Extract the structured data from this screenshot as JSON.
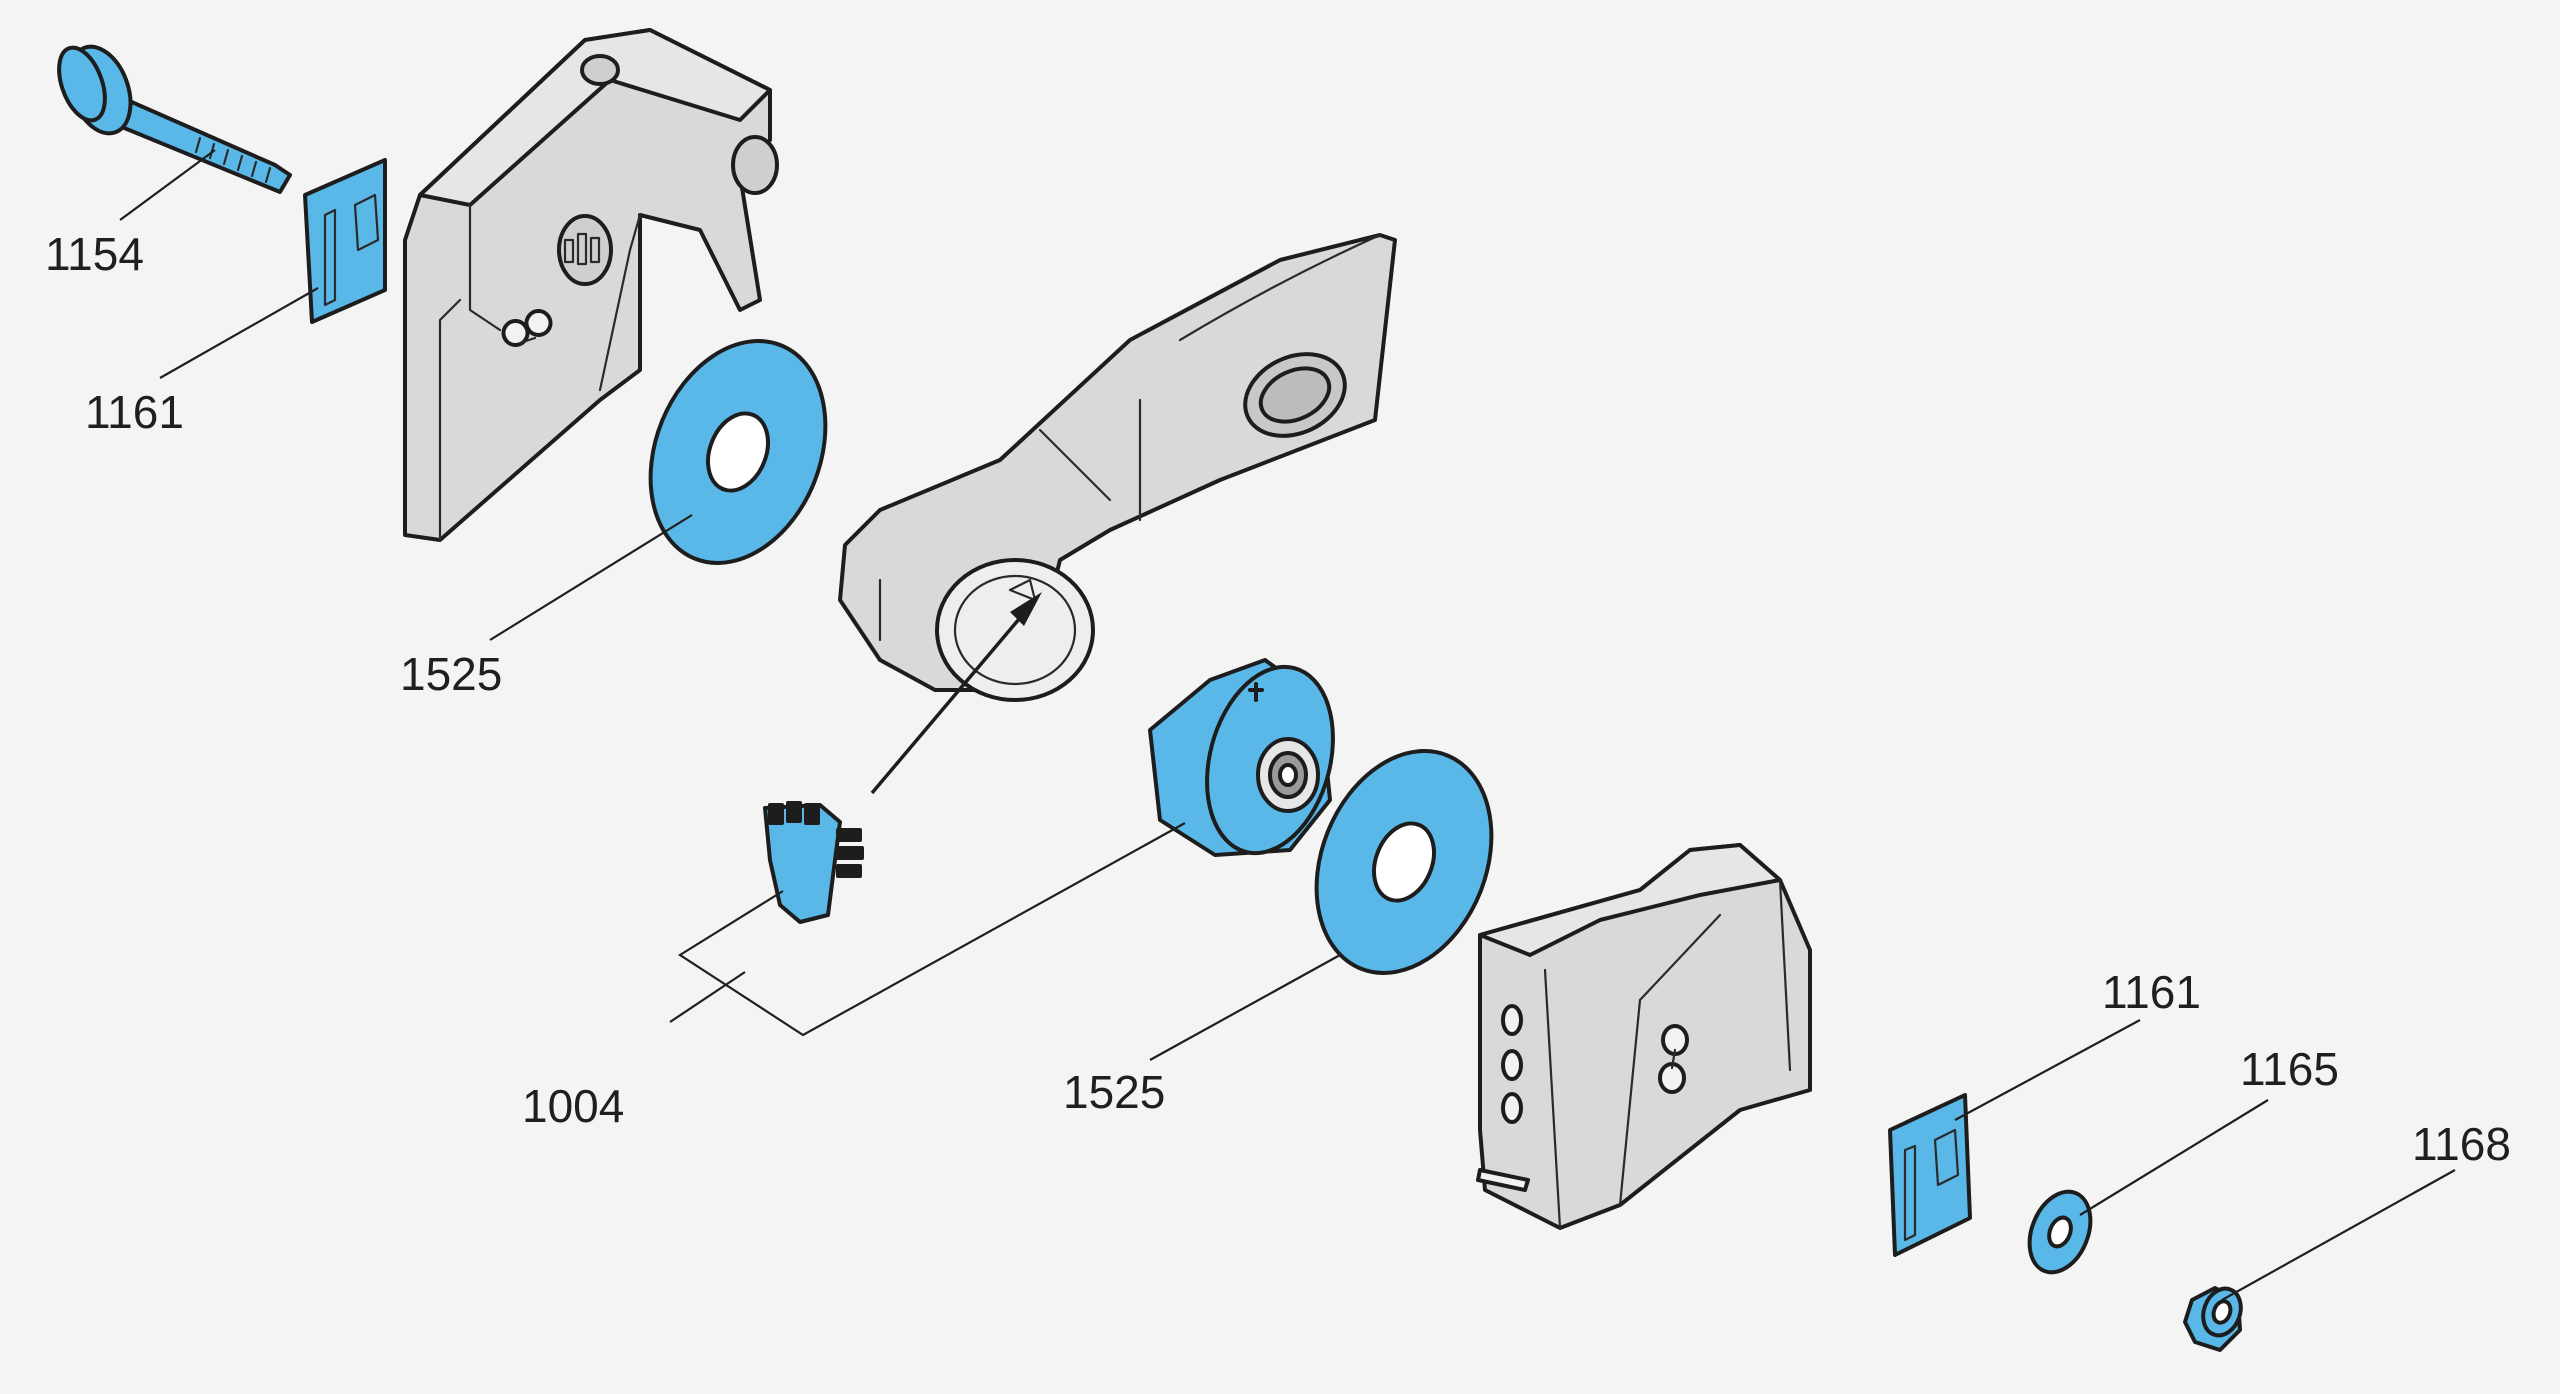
{
  "colors": {
    "background": "#f4f4f4",
    "highlight": "#5ab8e8",
    "part_gray": "#d9d9d9",
    "part_gray_dark": "#bcbcbc",
    "outline": "#1d1d1d"
  },
  "callouts": {
    "bolt": "1154",
    "plate_left": "1161",
    "washer_left": "1525",
    "bushing_set": "1004",
    "washer_right": "1525",
    "plate_right": "1161",
    "washer_small": "1165",
    "nut": "1168"
  }
}
